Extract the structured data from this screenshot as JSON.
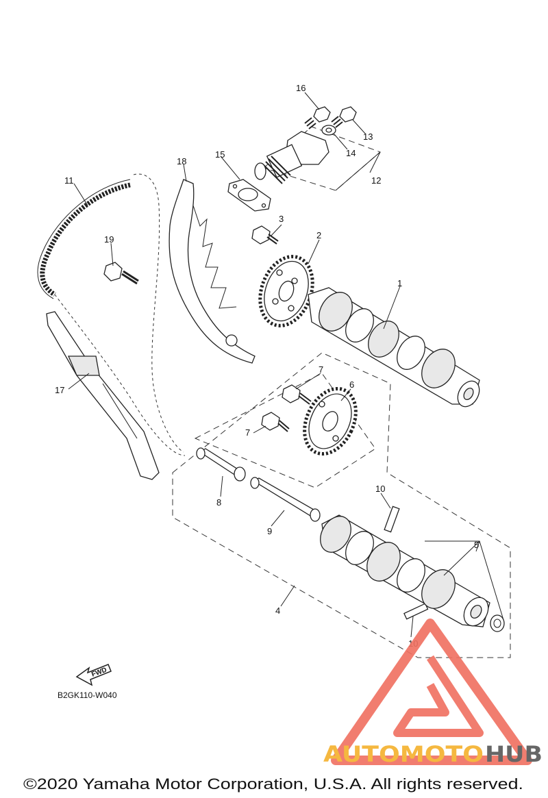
{
  "diagram": {
    "callouts": [
      "1",
      "2",
      "3",
      "4",
      "5",
      "6",
      "7",
      "7",
      "8",
      "9",
      "10",
      "10",
      "11",
      "12",
      "13",
      "14",
      "15",
      "16",
      "17",
      "18",
      "19"
    ],
    "diagram_code": "B2GK110-W040",
    "fwd_label": "FWD"
  },
  "watermark": {
    "brand_part1": "AUTOMOTO",
    "brand_part2": "HUB",
    "color_primary": "#f07060",
    "color_accent": "#f5b840",
    "color_dark": "#666666"
  },
  "footer": {
    "copyright": "©2020 Yamaha Motor Corporation, U.S.A. All rights reserved."
  }
}
